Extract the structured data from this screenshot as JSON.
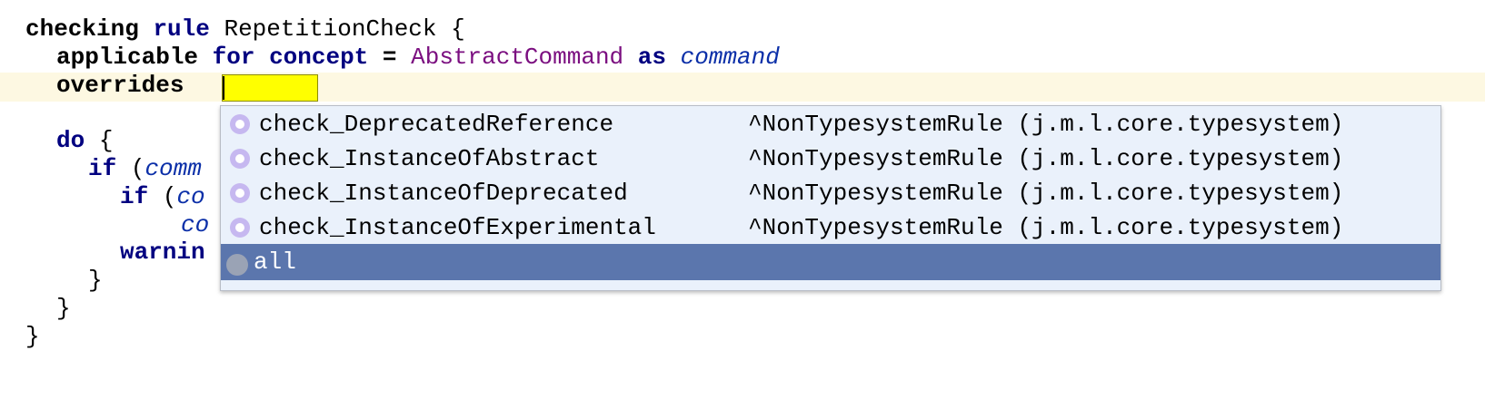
{
  "code": {
    "line1": {
      "kw_checking": "checking",
      "kw_rule": "rule",
      "name": "RepetitionCheck",
      "brace": "{"
    },
    "line2": {
      "kw_applicable": "applicable",
      "kw_for": "for",
      "kw_concept": "concept",
      "eq": "=",
      "concept": "AbstractCommand",
      "kw_as": "as",
      "alias": "command"
    },
    "line3": {
      "kw_overrides": "overrides"
    },
    "line5": {
      "kw_do": "do",
      "brace": "{"
    },
    "line6": {
      "kw_if": "if",
      "paren": "(",
      "expr": "comm"
    },
    "line7": {
      "kw_if": "if",
      "paren": "(",
      "expr": "co"
    },
    "line8": {
      "expr": "co"
    },
    "line9": {
      "kw_warning": "warnin"
    },
    "line10": {
      "brace": "}"
    },
    "line11": {
      "brace": "}"
    },
    "line12": {
      "brace": "}"
    }
  },
  "completion": {
    "items": [
      {
        "name": "check_DeprecatedReference",
        "type": "^NonTypesystemRule (j.m.l.core.typesystem)",
        "icon": "rule-icon"
      },
      {
        "name": "check_InstanceOfAbstract",
        "type": "^NonTypesystemRule (j.m.l.core.typesystem)",
        "icon": "rule-icon"
      },
      {
        "name": "check_InstanceOfDeprecated",
        "type": "^NonTypesystemRule (j.m.l.core.typesystem)",
        "icon": "rule-icon"
      },
      {
        "name": "check_InstanceOfExperimental",
        "type": "^NonTypesystemRule (j.m.l.core.typesystem)",
        "icon": "rule-icon"
      },
      {
        "name": "all",
        "type": "",
        "icon": "constant-icon",
        "selected": true
      }
    ]
  },
  "colors": {
    "keyword": "#000080",
    "concept": "#7b0f80",
    "alias": "#0b2fa8",
    "current_line": "#fdf8e2",
    "empty_cell": "#ffff00",
    "popup_bg": "#eaf1fb",
    "selection": "#5b76ad"
  }
}
